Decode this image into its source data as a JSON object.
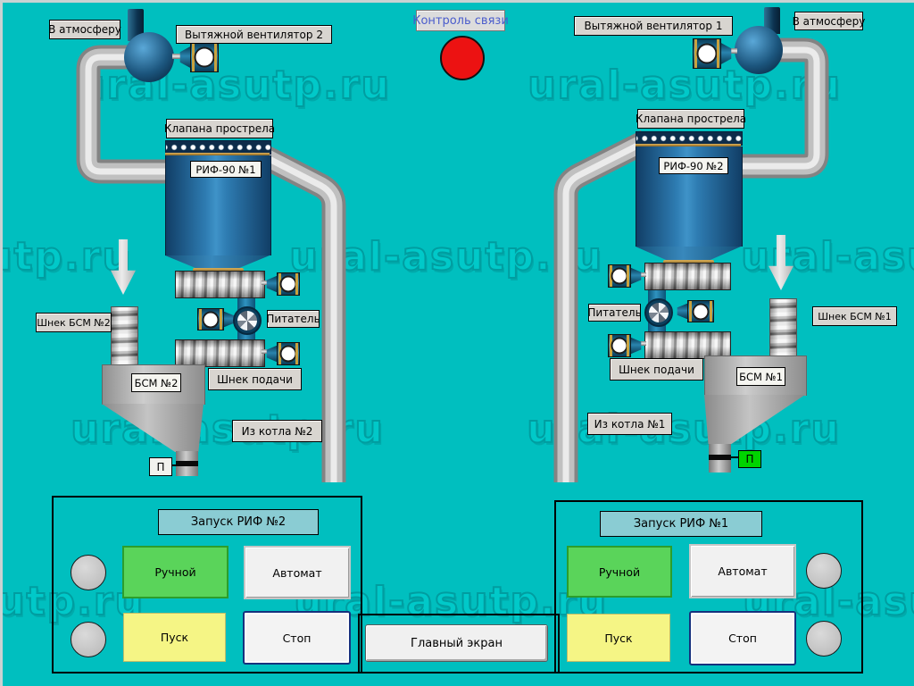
{
  "watermark_text": "ural-asutp.ru",
  "colors": {
    "background": "#00bfbf",
    "comm_status": "#ec1212",
    "p_left": "#f2f2ee",
    "p_right": "#00d400",
    "manual": "#5ad45a",
    "start": "#f5f585",
    "header": "#8accd3"
  },
  "comm": {
    "label": "Контроль связи"
  },
  "top": {
    "to_atmosphere_left": "В атмосферу",
    "exhaust_fan_2": "Вытяжной вентилятор 2",
    "exhaust_fan_1": "Вытяжной вентилятор 1",
    "to_atmosphere_right": "В атмосферу"
  },
  "unit_left": {
    "blast_valves": "Клапана прострела",
    "vessel": "РИФ-90 №1",
    "feeder": "Питатель",
    "feed_screw": "Шнек подачи",
    "bsm_screw": "Шнек БСМ №2",
    "hopper": "БСМ №2",
    "from_boiler": "Из котла №2",
    "p_indicator": "П"
  },
  "unit_right": {
    "blast_valves": "Клапана прострела",
    "vessel": "РИФ-90 №2",
    "feeder": "Питатель",
    "feed_screw": "Шнек подачи",
    "bsm_screw": "Шнек БСМ №1",
    "hopper": "БСМ №1",
    "from_boiler": "Из котла №1",
    "p_indicator": "П"
  },
  "panel_left": {
    "title": "Запуск РИФ №2",
    "manual": "Ручной",
    "auto": "Автомат",
    "start": "Пуск",
    "stop": "Стоп"
  },
  "panel_right": {
    "title": "Запуск РИФ №1",
    "manual": "Ручной",
    "auto": "Автомат",
    "start": "Пуск",
    "stop": "Стоп"
  },
  "nav": {
    "main_screen": "Главный экран"
  }
}
